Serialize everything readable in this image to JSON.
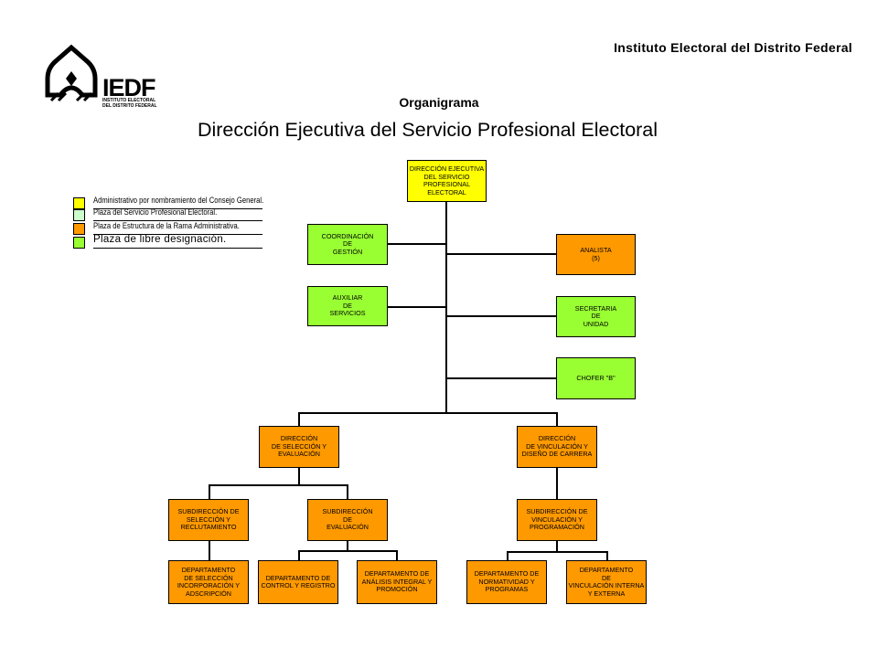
{
  "header": {
    "institute": "Instituto Electoral del Distrito Federal",
    "subtitle": "Organigrama",
    "title": "Dirección Ejecutiva del Servicio Profesional Electoral",
    "logo_text": "IEDF",
    "logo_subtext": "INSTITUTO ELECTORAL\nDEL DISTRITO FEDERAL"
  },
  "colors": {
    "yellow": "#ffff00",
    "light_green": "#ccffcc",
    "orange": "#ff9900",
    "green": "#99ff33"
  },
  "legend": [
    {
      "label": "Administrativo por nombramiento del Consejo General."
    },
    {
      "label": "Plaza del Servicio Profesional Electoral."
    },
    {
      "label": "Plaza de Estructura de la Rama Administrativa."
    },
    {
      "label": "Plaza de libre designación."
    }
  ],
  "nodes": {
    "direccion_ejecutiva": "DIRECCIÓN EJECUTIVA\nDEL SERVICIO\nPROFESIONAL\nELECTORAL",
    "coordinacion": "COORDINACIÓN\nDE\nGESTIÓN",
    "auxiliar": "AUXILIAR\nDE\nSERVICIOS",
    "analista": "ANALISTA\n(5)",
    "secretaria": "SECRETARIA\nDE\nUNIDAD",
    "chofer": "CHOFER \"B\"",
    "dir_seleccion": "DIRECCIÓN\nDE SELECCIÓN Y\nEVALUACIÓN",
    "dir_vinculacion": "DIRECCIÓN\nDE VINCULACIÓN Y\nDISEÑO DE CARRERA",
    "sub_seleccion": "SUBDIRECCIÓN DE\nSELECCIÓN Y\nRECLUTAMIENTO",
    "sub_evaluacion": "SUBDIRECCIÓN\nDE\nEVALUACIÓN",
    "sub_vinculacion": "SUBDIRECCIÓN DE\nVINCULACIÓN Y\nPROGRAMACIÓN",
    "dep_seleccion": "DEPARTAMENTO\nDE SELECCIÓN\nINCORPORACIÓN Y\nADSCRIPCIÓN",
    "dep_control": "DEPARTAMENTO DE\nCONTROL Y REGISTRO",
    "dep_analisis": "DEPARTAMENTO DE\nANÁLISIS INTEGRAL Y\nPROMOCIÓN",
    "dep_normatividad": "DEPARTAMENTO DE\nNORMATIVIDAD Y\nPROGRAMAS",
    "dep_vinculacion": "DEPARTAMENTO\nDE\nVINCULACIÓN INTERNA\nY EXTERNA"
  }
}
